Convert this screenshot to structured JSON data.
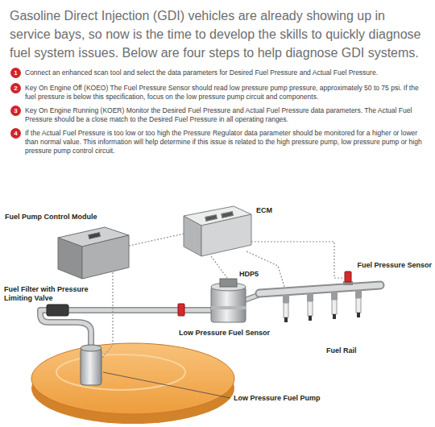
{
  "diagram": {
    "title": "Gasoline Direct Injection (GDI) vehicles are already showing up in service bays, so now is the time to develop the skills to quickly diagnose fuel system issues. Below are four steps to help diagnose GDI systems.",
    "nodes": [
      {
        "text": [
          "1"
        ]
      },
      {
        "text": [
          "2"
        ]
      },
      {
        "text": [
          "3"
        ]
      },
      {
        "text": [
          "4"
        ]
      }
    ],
    "labels": [
      "Connect an enhanced scan tool and select the data parameters for Desired Fuel Pressure and Actual Fuel Pressure.",
      "Key On Engine Off (KOEO) The Fuel Pressure Sensor should read low pressure pump pressure, approximately 50 to 75 psi. If the fuel pressure is below this specification, focus on the low pressure pump circuit and components.",
      "Key On Engine Running (KOER) Monitor the Desired Fuel Pressure and Actual Fuel Pressure data parameters. The Actual Fuel Pressure should be a close match to the Desired Fuel Pressure in all operating ranges.",
      "If the Actual Fuel Pressure is too low or too high the Pressure Regulator data parameter should be monitored for a higher or lower than normal value. This information will help determine if this issue is related to the high pressure pump, low pressure pump or high pressure pump control circuit.",
      "Fuel Pump Control Module",
      "ECM",
      "Fuel Pressure Sensor",
      "HDP5",
      "Fuel Filter with Pressure Limiting Valve",
      "Low Pressure Fuel Sensor",
      "Fuel Rail",
      "Low Pressure Fuel Pump"
    ]
  }
}
